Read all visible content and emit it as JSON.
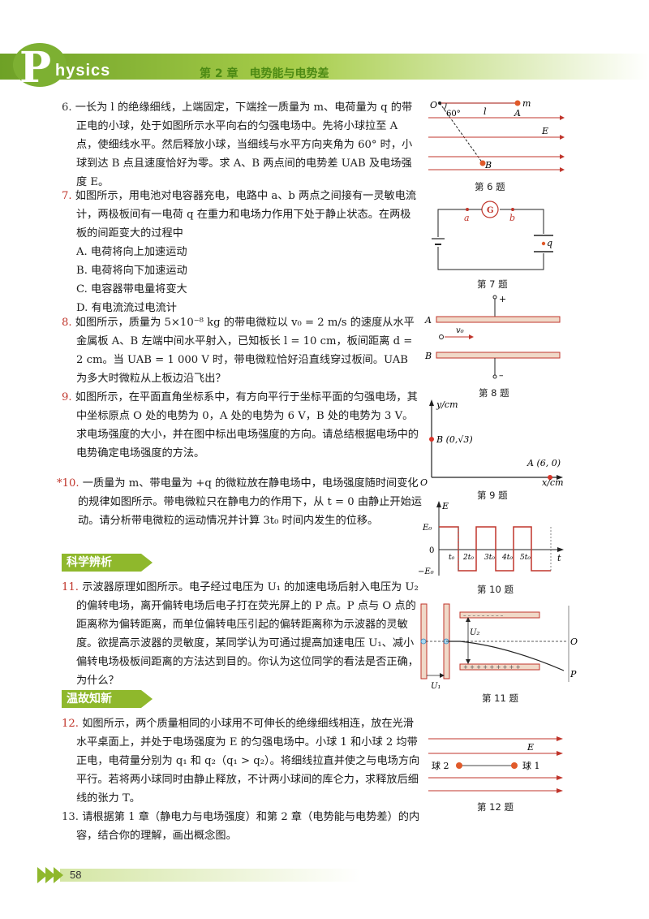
{
  "header": {
    "brand_letter": "P",
    "brand_rest": "hysics",
    "chapter": "第 2 章　电势能与电势差"
  },
  "questions": {
    "q6": {
      "num": "6.",
      "text": "一长为 l 的绝缘细线，上端固定，下端拴一质量为 m、电荷量为 q 的带正电的小球，处于如图所示水平向右的匀强电场中。先将小球拉至 A 点，使细线水平。然后释放小球，当细线与水平方向夹角为 60° 时，小球到达 B 点且速度恰好为零。求 A、B 两点间的电势差 UAB 及电场强度 E。"
    },
    "q7": {
      "num": "7.",
      "text": "如图所示，用电池对电容器充电，电路中 a、b 两点之间接有一灵敏电流计，两极板间有一电荷 q 在重力和电场力作用下处于静止状态。在两极板的间距变大的过程中",
      "options": [
        "A. 电荷将向上加速运动",
        "B. 电荷将向下加速运动",
        "C. 电容器带电量将变大",
        "D. 有电流流过电流计"
      ]
    },
    "q8": {
      "num": "8.",
      "text": "如图所示，质量为 5×10⁻⁸ kg 的带电微粒以 v₀ = 2 m/s 的速度从水平金属板 A、B 左端中间水平射入，已知板长 l = 10 cm，板间距离 d = 2 cm。当 UAB = 1 000 V 时，带电微粒恰好沿直线穿过板间。UAB 为多大时微粒从上板边沿飞出？"
    },
    "q9": {
      "num": "9.",
      "text": "如图所示，在平面直角坐标系中，有方向平行于坐标平面的匀强电场，其中坐标原点 O 处的电势为 0，A 处的电势为 6 V，B 处的电势为 3 V。求电场强度的大小，并在图中标出电场强度的方向。请总结根据电场中的电势确定电场强度的方法。"
    },
    "q10": {
      "num": "*10.",
      "text": "一质量为 m、带电量为 +q 的微粒放在静电场中，电场强度随时间变化的规律如图所示。带电微粒只在静电力的作用下，从 t = 0 由静止开始运动。请分析带电微粒的运动情况并计算 3t₀ 时间内发生的位移。"
    },
    "sec1": "科学辨析",
    "q11": {
      "num": "11.",
      "text": "示波器原理如图所示。电子经过电压为 U₁ 的加速电场后射入电压为 U₂ 的偏转电场，离开偏转电场后电子打在荧光屏上的 P 点。P 点与 O 点的距离称为偏转距离，而单位偏转电压引起的偏转距离称为示波器的灵敏度。欲提高示波器的灵敏度，某同学认为可通过提高加速电压 U₁、减小偏转电场极板间距离的方法达到目的。你认为这位同学的看法是否正确，为什么？"
    },
    "sec2": "温故知新",
    "q12": {
      "num": "12.",
      "text": "如图所示，两个质量相同的小球用不可伸长的绝缘细线相连，放在光滑水平桌面上，并处于电场强度为 E 的匀强电场中。小球 1 和小球 2 均带正电，电荷量分别为 q₁ 和 q₂（q₁ > q₂）。将细线拉直并使之与电场方向平行。若将两小球同时由静止释放，不计两小球间的库仑力，求释放后细线的张力 T。"
    },
    "q13": {
      "num": "13.",
      "text": "请根据第 1 章（静电力与电场强度）和第 2 章（电势能与电势差）的内容，结合你的理解，画出概念图。"
    }
  },
  "figures": {
    "f6": {
      "caption": "第 6 题",
      "labels": {
        "o": "O",
        "angle": "60°",
        "l": "l",
        "a": "A",
        "m": "m",
        "e": "E",
        "b": "B"
      }
    },
    "f7": {
      "caption": "第 7 题",
      "labels": {
        "g": "G",
        "a": "a",
        "b": "b",
        "q": "q"
      }
    },
    "f8": {
      "caption": "第 8 题",
      "labels": {
        "plus": "+",
        "minus": "–",
        "a": "A",
        "b": "B",
        "v0": "v₀"
      }
    },
    "f9": {
      "caption": "第 9 题",
      "labels": {
        "y": "y/cm",
        "x": "x/cm",
        "o": "O",
        "b": "B (0,√3)",
        "a": "A (6, 0)"
      }
    },
    "f10": {
      "caption": "第 10 题",
      "labels": {
        "e": "E",
        "e0": "E₀",
        "zero": "0",
        "neg": "−E₀",
        "t": "t",
        "t1": "t₀",
        "t2": "2t₀",
        "t3": "3t₀",
        "t4": "4t₀",
        "t5": "5t₀"
      }
    },
    "f11": {
      "caption": "第 11 题",
      "labels": {
        "u2": "U₂",
        "u1": "U₁",
        "o": "O",
        "p": "P"
      }
    },
    "f12": {
      "caption": "第 12 题",
      "labels": {
        "e": "E",
        "ball2": "球 2",
        "ball1": "球 1"
      }
    }
  },
  "footer": {
    "page": "58"
  },
  "colors": {
    "accent_green": "#8fb82c",
    "number_red": "#c0352b",
    "field_line": "#c0352b"
  }
}
